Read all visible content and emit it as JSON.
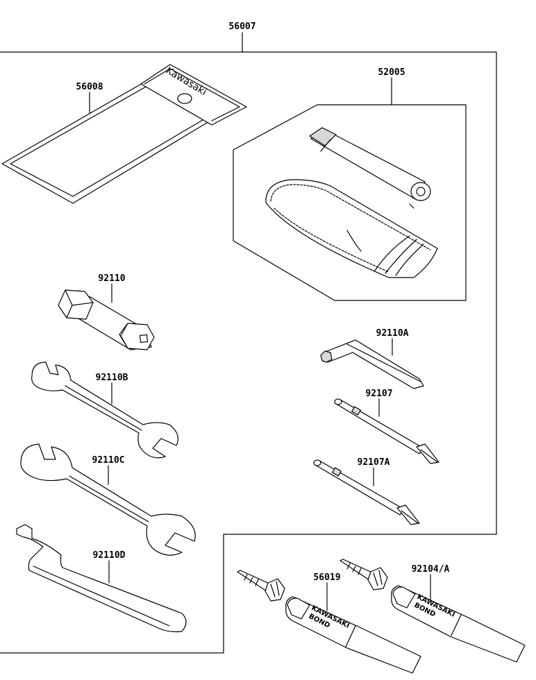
{
  "assembly": {
    "part_no": "56007"
  },
  "parts": [
    {
      "id": "tool-bag",
      "part_no": "56008",
      "icon": "tool-bag-icon"
    },
    {
      "id": "plug-wrench-kit",
      "part_no": "52005",
      "icon": "plug-wrench-kit-icon"
    },
    {
      "id": "box-wrench",
      "part_no": "92110",
      "icon": "box-wrench-icon"
    },
    {
      "id": "hex-key",
      "part_no": "92110A",
      "icon": "hex-key-icon"
    },
    {
      "id": "open-wrench-small",
      "part_no": "92110B",
      "icon": "open-end-wrench-icon"
    },
    {
      "id": "screwdriver-bit",
      "part_no": "92107",
      "icon": "screwdriver-bit-icon"
    },
    {
      "id": "open-wrench-large",
      "part_no": "92110C",
      "icon": "open-end-wrench-icon"
    },
    {
      "id": "screwdriver-bit-alt",
      "part_no": "92107A",
      "icon": "screwdriver-bit-icon"
    },
    {
      "id": "hook-spanner",
      "part_no": "92110D",
      "icon": "hook-spanner-icon"
    },
    {
      "id": "bond-tube",
      "part_no": "56019",
      "icon": "bond-tube-icon"
    },
    {
      "id": "bond-tube-alt",
      "part_no": "92104/A",
      "icon": "bond-tube-icon"
    }
  ],
  "markings": {
    "bag_brand": "Kawasaki",
    "tube_brand": "KAWASAKI",
    "tube_product": "BOND"
  }
}
